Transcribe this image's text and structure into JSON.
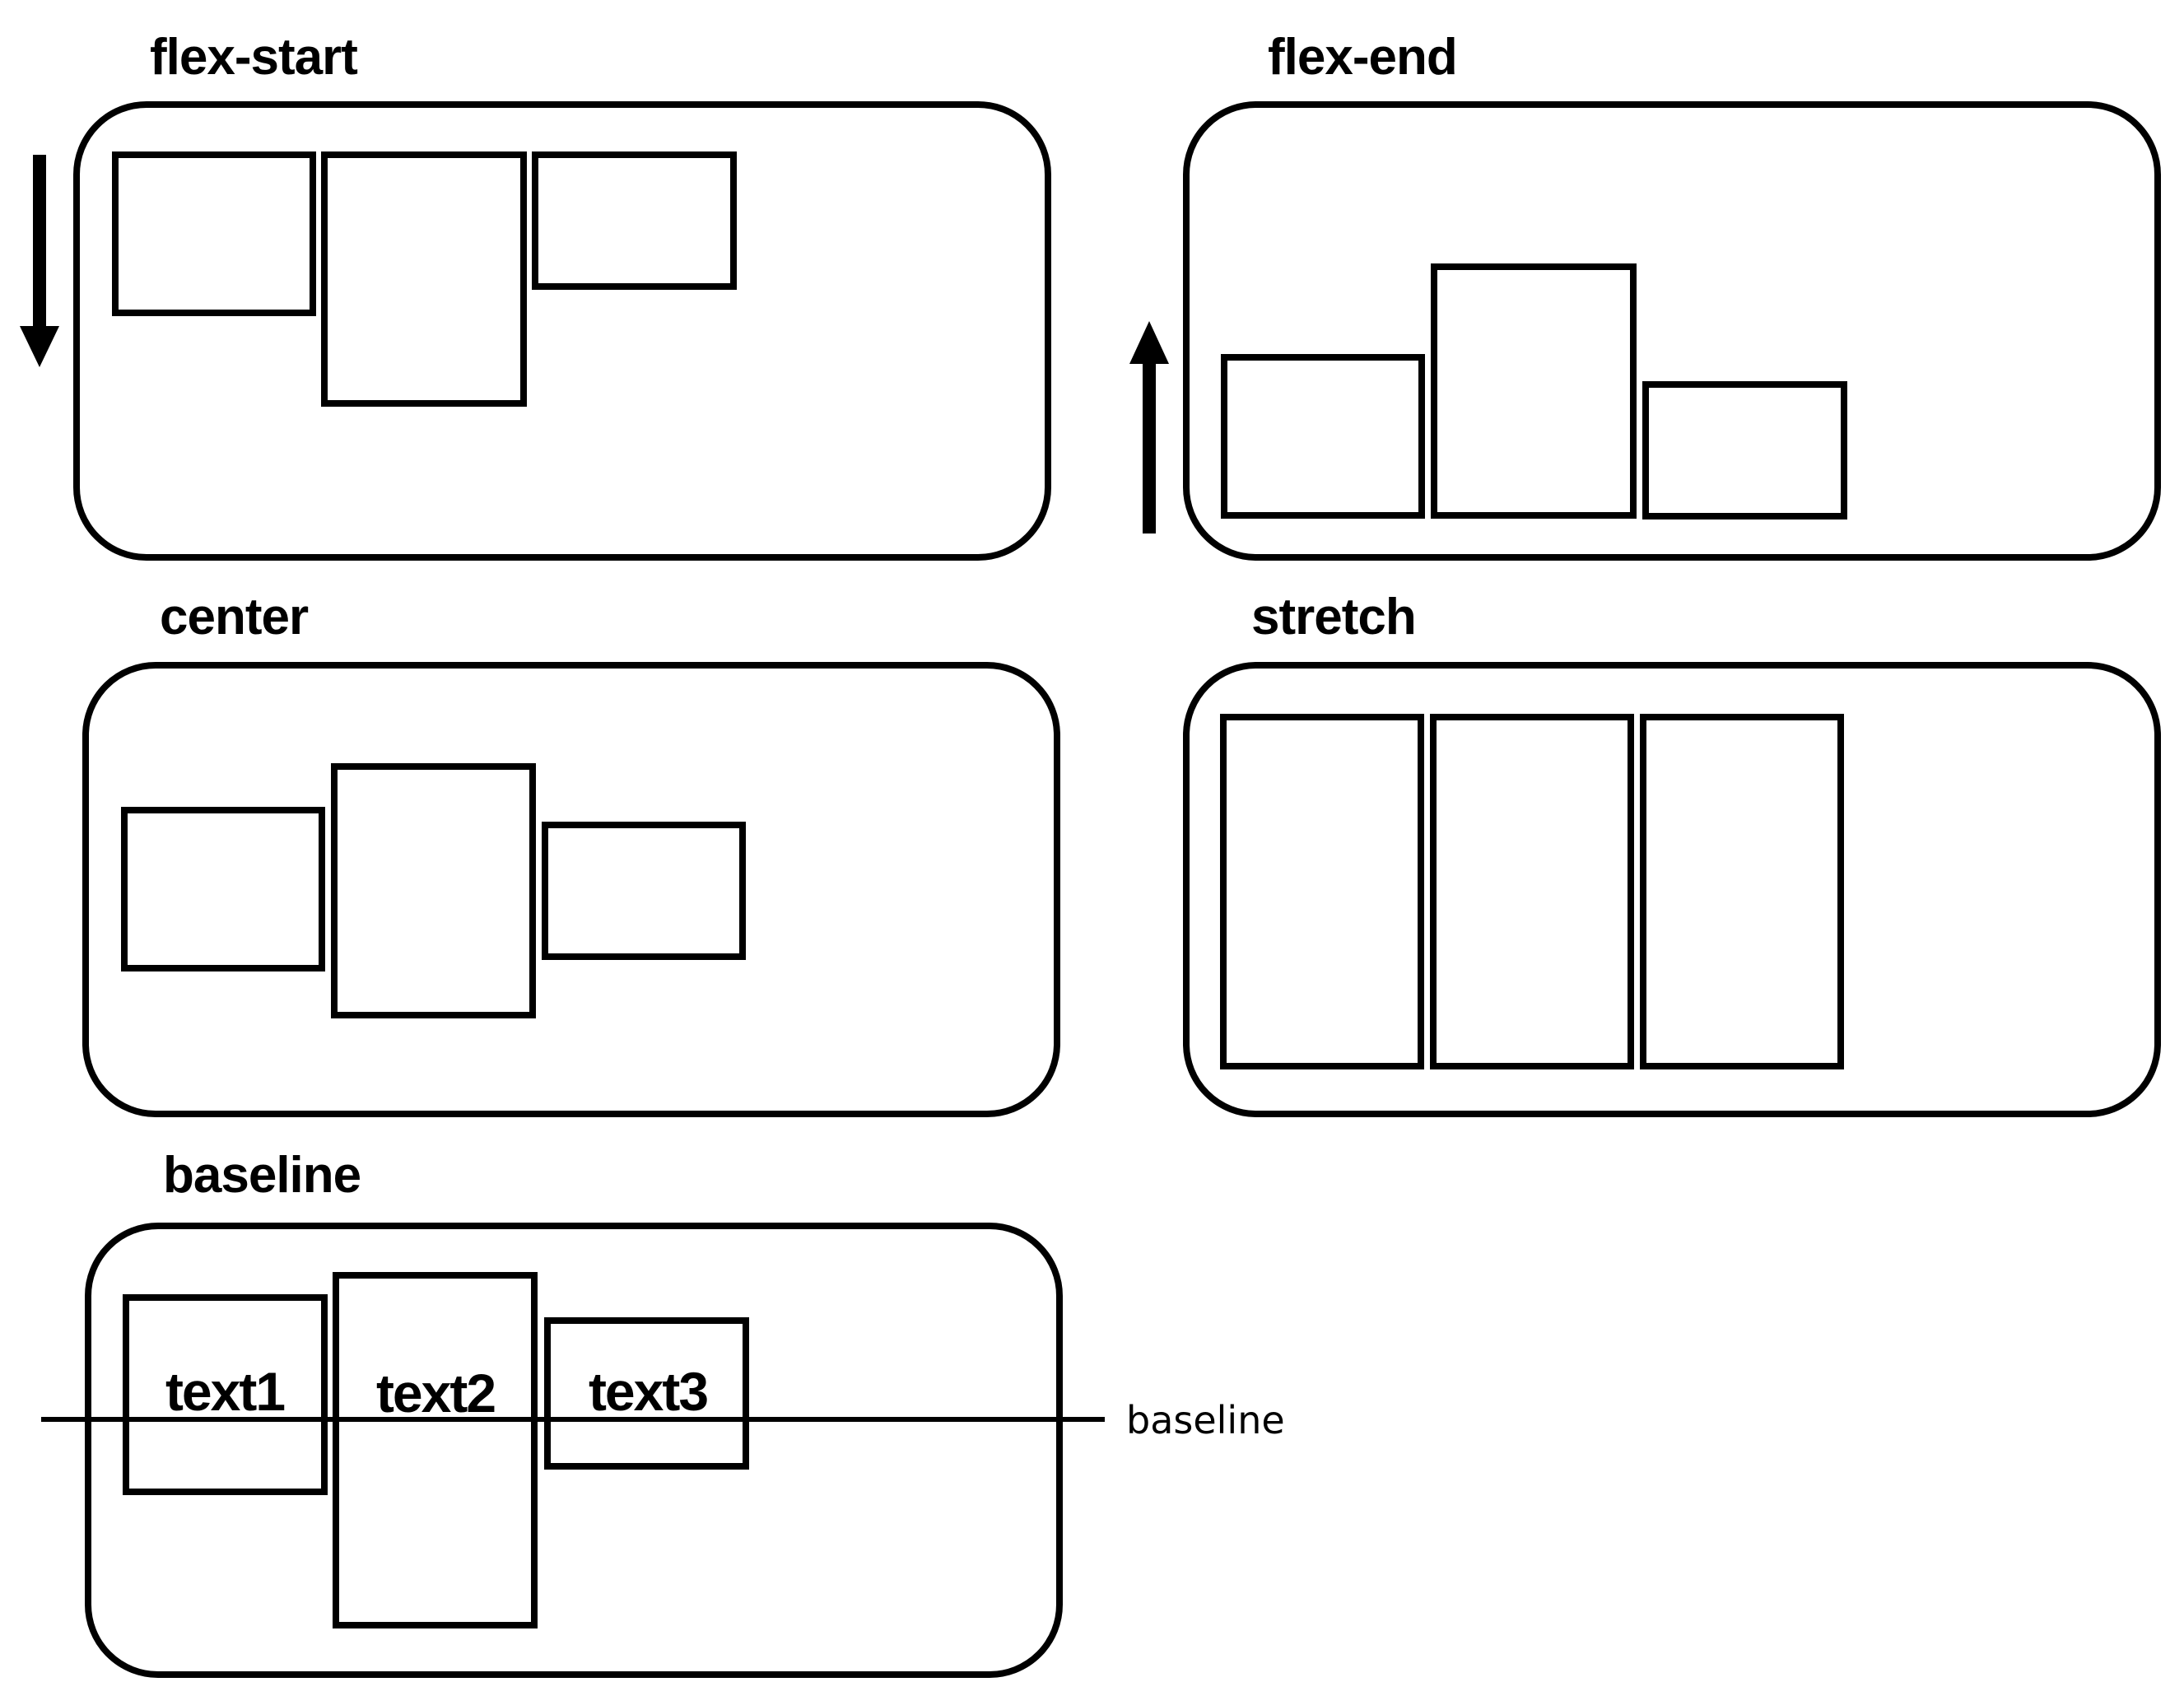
{
  "colors": {
    "stroke": "#000000",
    "background": "#ffffff"
  },
  "panels": [
    {
      "label": "flex-start",
      "arrow": "down-arrow-icon"
    },
    {
      "label": "flex-end",
      "arrow": "up-arrow-icon"
    },
    {
      "label": "center"
    },
    {
      "label": "stretch"
    },
    {
      "label": "baseline",
      "items": [
        "text1",
        "text2",
        "text3"
      ]
    }
  ],
  "baseline_line": {
    "label": "baseline"
  }
}
